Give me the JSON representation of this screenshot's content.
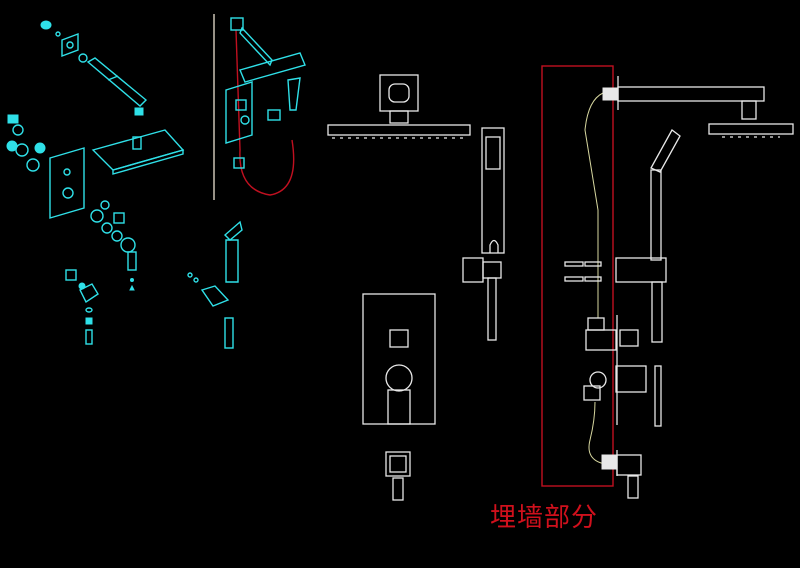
{
  "drawing": {
    "background": "#000000",
    "colors": {
      "exploded_view": "#2fe0e8",
      "elevation_view": "#e8e8e8",
      "embedded_zone": "#c01020",
      "hose": "#d8d8a0"
    },
    "label_embedded_part": "埋墙部分",
    "views": [
      "exploded-isometric",
      "assembled-isometric",
      "front-elevation",
      "side-elevation"
    ]
  }
}
